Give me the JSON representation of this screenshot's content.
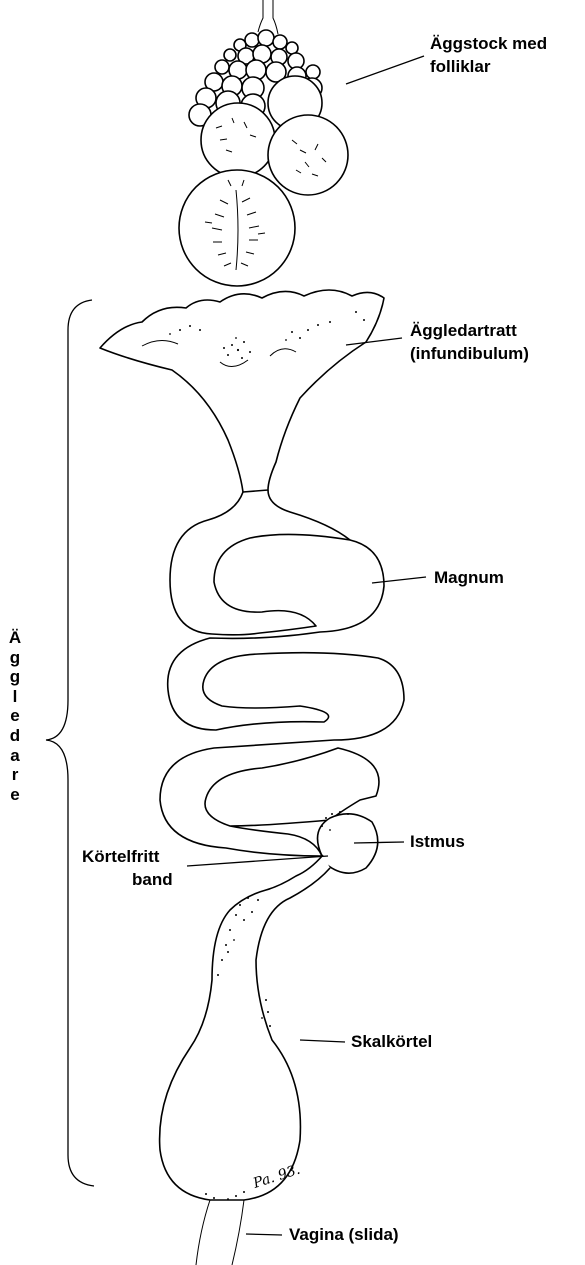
{
  "labels": {
    "ovary_line1": "Äggstock med",
    "ovary_line2": "folliklar",
    "infundibulum_line1": "Äggledartratt",
    "infundibulum_line2": "(infundibulum)",
    "magnum": "Magnum",
    "istmus": "Istmus",
    "band_line1": "Körtelfritt",
    "band_line2": "band",
    "shell_gland": "Skalkörtel",
    "vagina": "Vagina (slida)",
    "oviduct_letters": [
      "Ä",
      "g",
      "g",
      "l",
      "e",
      "d",
      "a",
      "r",
      "e"
    ],
    "signature": "Pa. 93."
  }
}
